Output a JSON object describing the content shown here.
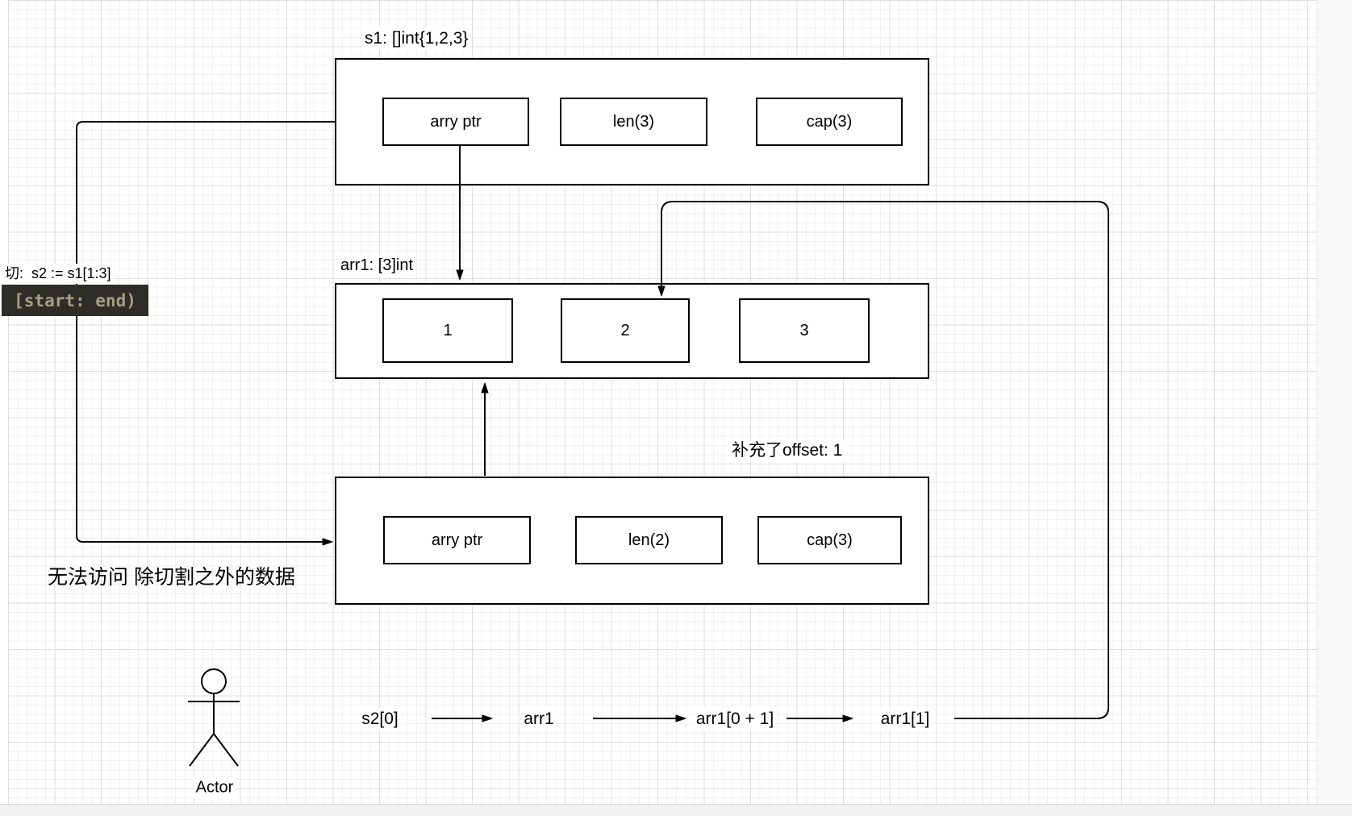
{
  "diagram": {
    "s1": {
      "label": "s1: []int{1,2,3}",
      "fields": [
        "arry ptr",
        "len(3)",
        "cap(3)"
      ]
    },
    "arr1": {
      "label": "arr1: [3]int",
      "cells": [
        "1",
        "2",
        "3"
      ]
    },
    "s2": {
      "label": "补充了offset: 1",
      "fields": [
        "arry ptr",
        "len(2)",
        "cap(3)"
      ]
    },
    "notes": {
      "slice_note": "切:  s2 := s1[1:3]",
      "range_code": "[start: end)",
      "no_access_note": "无法访问 除切割之外的数据"
    },
    "actor_label": "Actor",
    "flow": [
      "s2[0]",
      "arr1",
      "arr1[0 + 1]",
      "arr1[1]"
    ]
  },
  "colors": {
    "stroke": "#000000",
    "code_bg": "#2e2d27",
    "code_text": "#a69f86",
    "canvas_bg": "#ffffff",
    "grid_minor": "#f0f0f0",
    "grid_major": "#dedede"
  }
}
